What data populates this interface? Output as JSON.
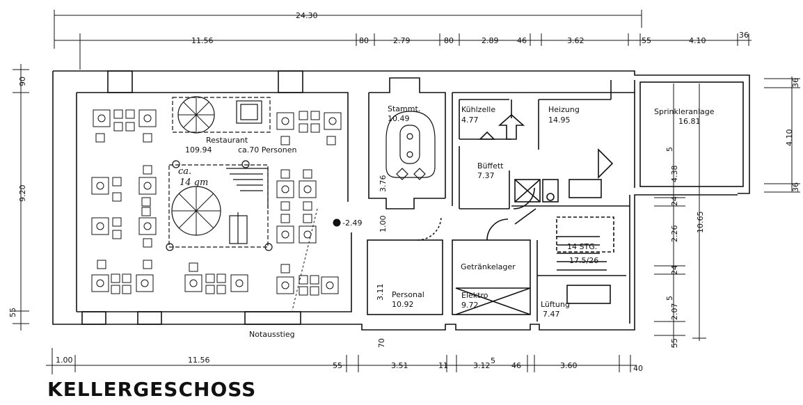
{
  "title": "KELLERGESCHOSS",
  "dimensions": {
    "top_total": "24.30",
    "top_row": [
      "11.56",
      "80",
      "2.79",
      "80",
      "2.89",
      "46",
      "3.62",
      "55",
      "4.10",
      "36"
    ],
    "bottom_row": [
      "1.00",
      "11.56",
      "55",
      "3.51",
      "11",
      "3.12",
      "5",
      "46",
      "3.60",
      "40"
    ],
    "left": [
      "90",
      "9.20",
      "55"
    ],
    "right_outer": [
      "36",
      "4.10",
      "36",
      "10.65"
    ],
    "right_inner": [
      "4.38",
      "5",
      "24",
      "2.26",
      "24",
      "2.07",
      "5",
      "55"
    ],
    "inner": [
      "3.76",
      "1.00",
      "3.11",
      "70",
      "-2.49"
    ]
  },
  "rooms": {
    "restaurant": {
      "name": "Restaurant",
      "area": "109.94",
      "capacity": "ca.70 Personen"
    },
    "stammt": {
      "name": "Stammt.",
      "area": "10.49"
    },
    "kuehlzelle": {
      "name": "Kühlzelle",
      "area": "4.77"
    },
    "heizung": {
      "name": "Heizung",
      "area": "14.95"
    },
    "sprinkler": {
      "name": "Sprinkleranlage",
      "area": "16.81"
    },
    "bueffett": {
      "name": "Büffett",
      "area": "7.37"
    },
    "personal": {
      "name": "Personal",
      "area": "10.92"
    },
    "getraenke": {
      "name": "Getränkelager"
    },
    "elektro": {
      "name": "Elektro",
      "area": "9.72"
    },
    "lueftung": {
      "name": "Lüftung",
      "area": "7.47"
    },
    "stair": {
      "label1": "14 STG.",
      "label2": "17.5/26"
    }
  },
  "handwritten": {
    "line1": "ca.",
    "line2": "14 qm"
  },
  "exit_label": "Notausstieg"
}
